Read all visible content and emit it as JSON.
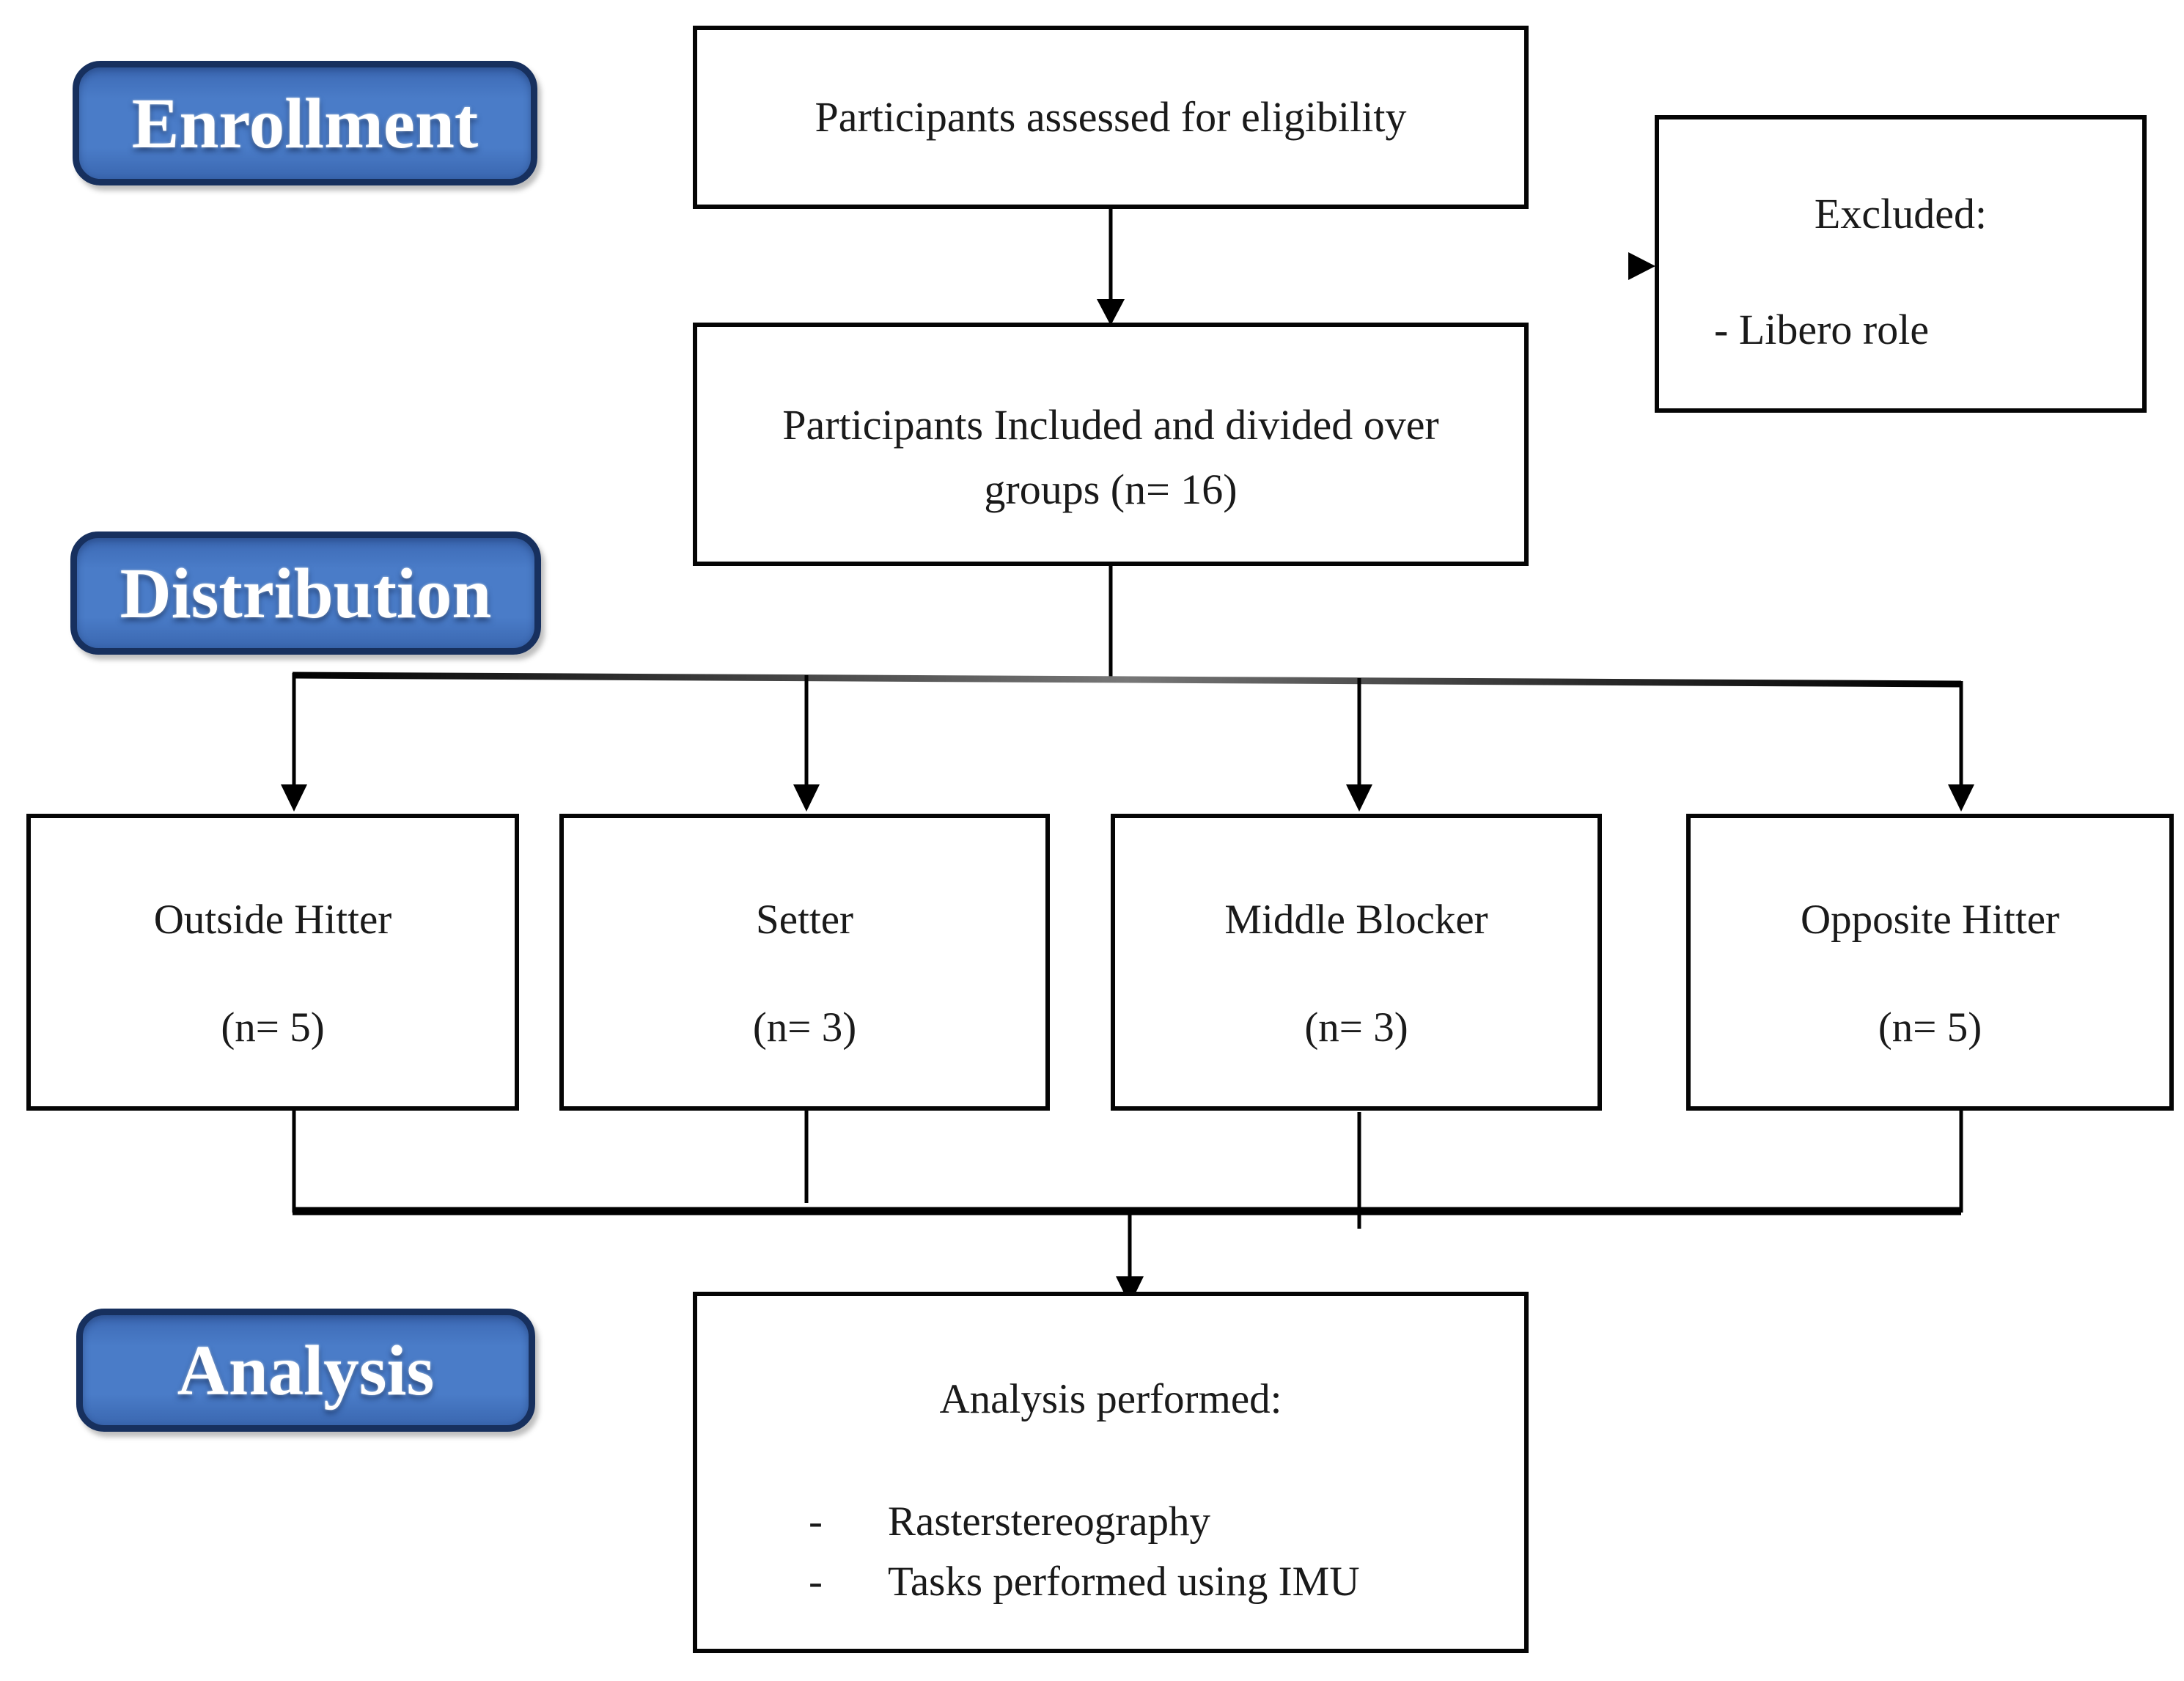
{
  "stages": {
    "enrollment": "Enrollment",
    "distribution": "Distribution",
    "analysis": "Analysis"
  },
  "boxes": {
    "assessed": {
      "text": "Participants assessed for eligibility"
    },
    "excluded": {
      "title": "Excluded:",
      "items": [
        "- Libero role"
      ]
    },
    "included": {
      "line1": "Participants Included and divided over",
      "line2": "groups (n= 16)"
    },
    "groups": [
      {
        "title": "Outside Hitter",
        "n": "(n= 5)"
      },
      {
        "title": "Setter",
        "n": "(n= 3)"
      },
      {
        "title": "Middle Blocker",
        "n": "(n= 3)"
      },
      {
        "title": "Opposite Hitter",
        "n": "(n= 5)"
      }
    ],
    "analysis": {
      "title": "Analysis performed:",
      "bullet_marker": "-",
      "bullets": [
        "Rasterstereography",
        "Tasks performed using IMU"
      ]
    }
  },
  "colors": {
    "stage_fill": "#4a7cc8",
    "stage_border": "#17305e",
    "stage_text": "#ffffff",
    "box_border": "#050505",
    "line": "#000000",
    "background": "#ffffff"
  }
}
